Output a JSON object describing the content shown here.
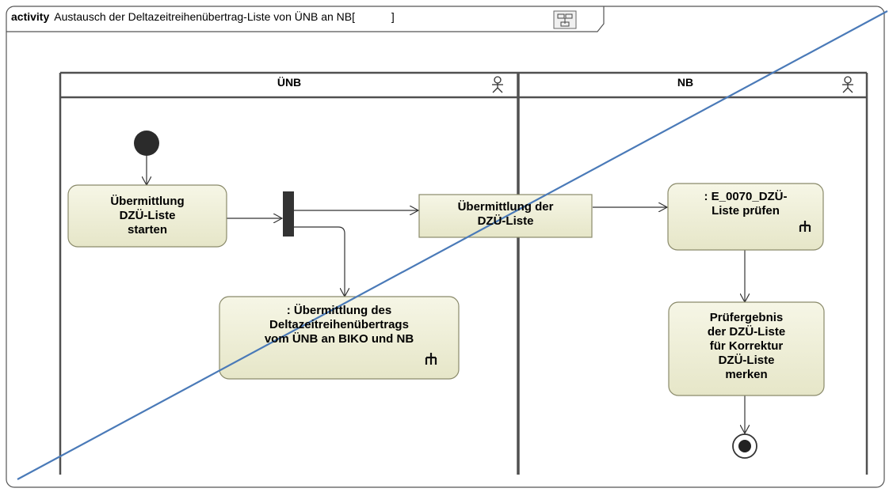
{
  "frame": {
    "keyword": "activity",
    "title": "Austausch der Deltazeitreihenübertrag-Liste von ÜNB an NB",
    "bracket_open": "[",
    "bracket_close": "]"
  },
  "lanes": [
    {
      "name": "ÜNB"
    },
    {
      "name": "NB"
    }
  ],
  "nodes": {
    "start_transfer": "Übermittlung\nDZÜ-Liste\nstarten",
    "transfer_list": "Übermittlung der\nDZÜ-Liste",
    "check_list": ": E_0070_DZÜ-\nListe prüfen",
    "transfer_delta": ": Übermittlung des\nDeltazeitreihenübertrags\nvom ÜNB an BIKO und NB",
    "remember_result": "Prüfergebnis\nder DZÜ-Liste\nfür Korrektur\nDZÜ-Liste\nmerken"
  },
  "colors": {
    "action_fill": "#eeeed8",
    "action_stroke": "#8a8a6a",
    "diagonal_line": "#4a7ab8",
    "lane_line": "#505050"
  }
}
